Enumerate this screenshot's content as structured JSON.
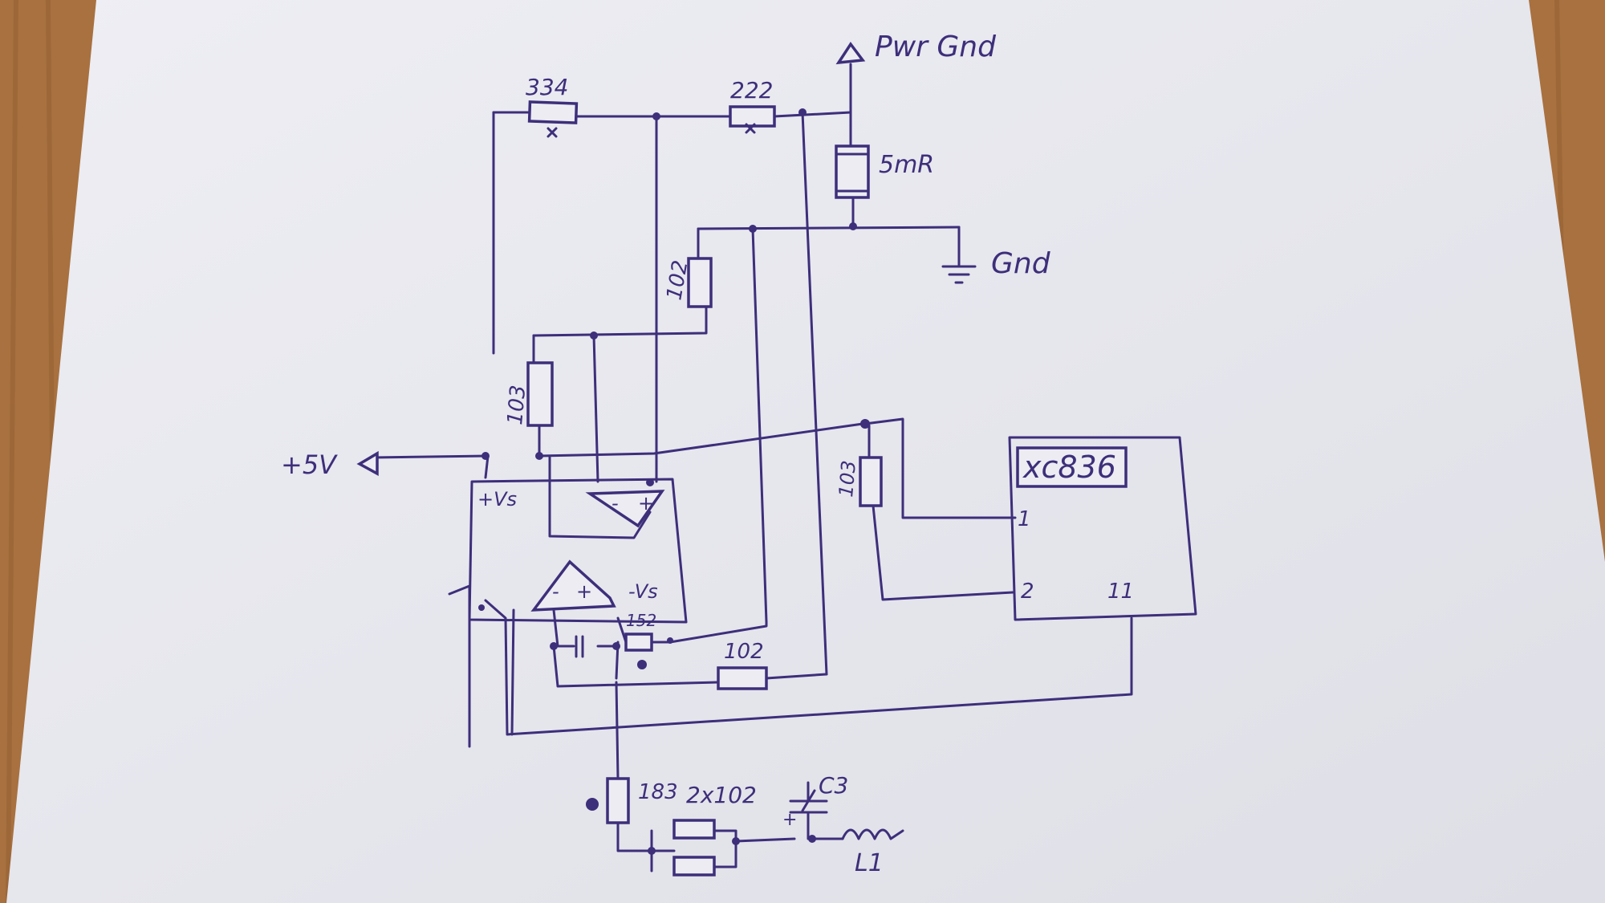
{
  "labels": {
    "pwr_gnd": "Pwr Gnd",
    "gnd": "Gnd",
    "plus5v": "+5V",
    "r334": "334",
    "r222": "222",
    "shunt": "5mR",
    "r102_top": "102",
    "r103_left": "103",
    "r103_right": "103",
    "r152": "152",
    "r102_bottom": "102",
    "r183": "183",
    "r2x102": "2x102",
    "c3": "C3",
    "l1": "L1",
    "plus_vs": "+Vs",
    "minus_vs": "-Vs",
    "chip": "xc836",
    "pin1": "1",
    "pin2": "2",
    "pin11": "11",
    "op_minus": "-",
    "op_plus": "+",
    "mark_x": "x",
    "cap_plus": "+"
  },
  "colors": {
    "ink": "#3d2f7a",
    "paper": "#ececf2",
    "table": "#a8713f"
  }
}
